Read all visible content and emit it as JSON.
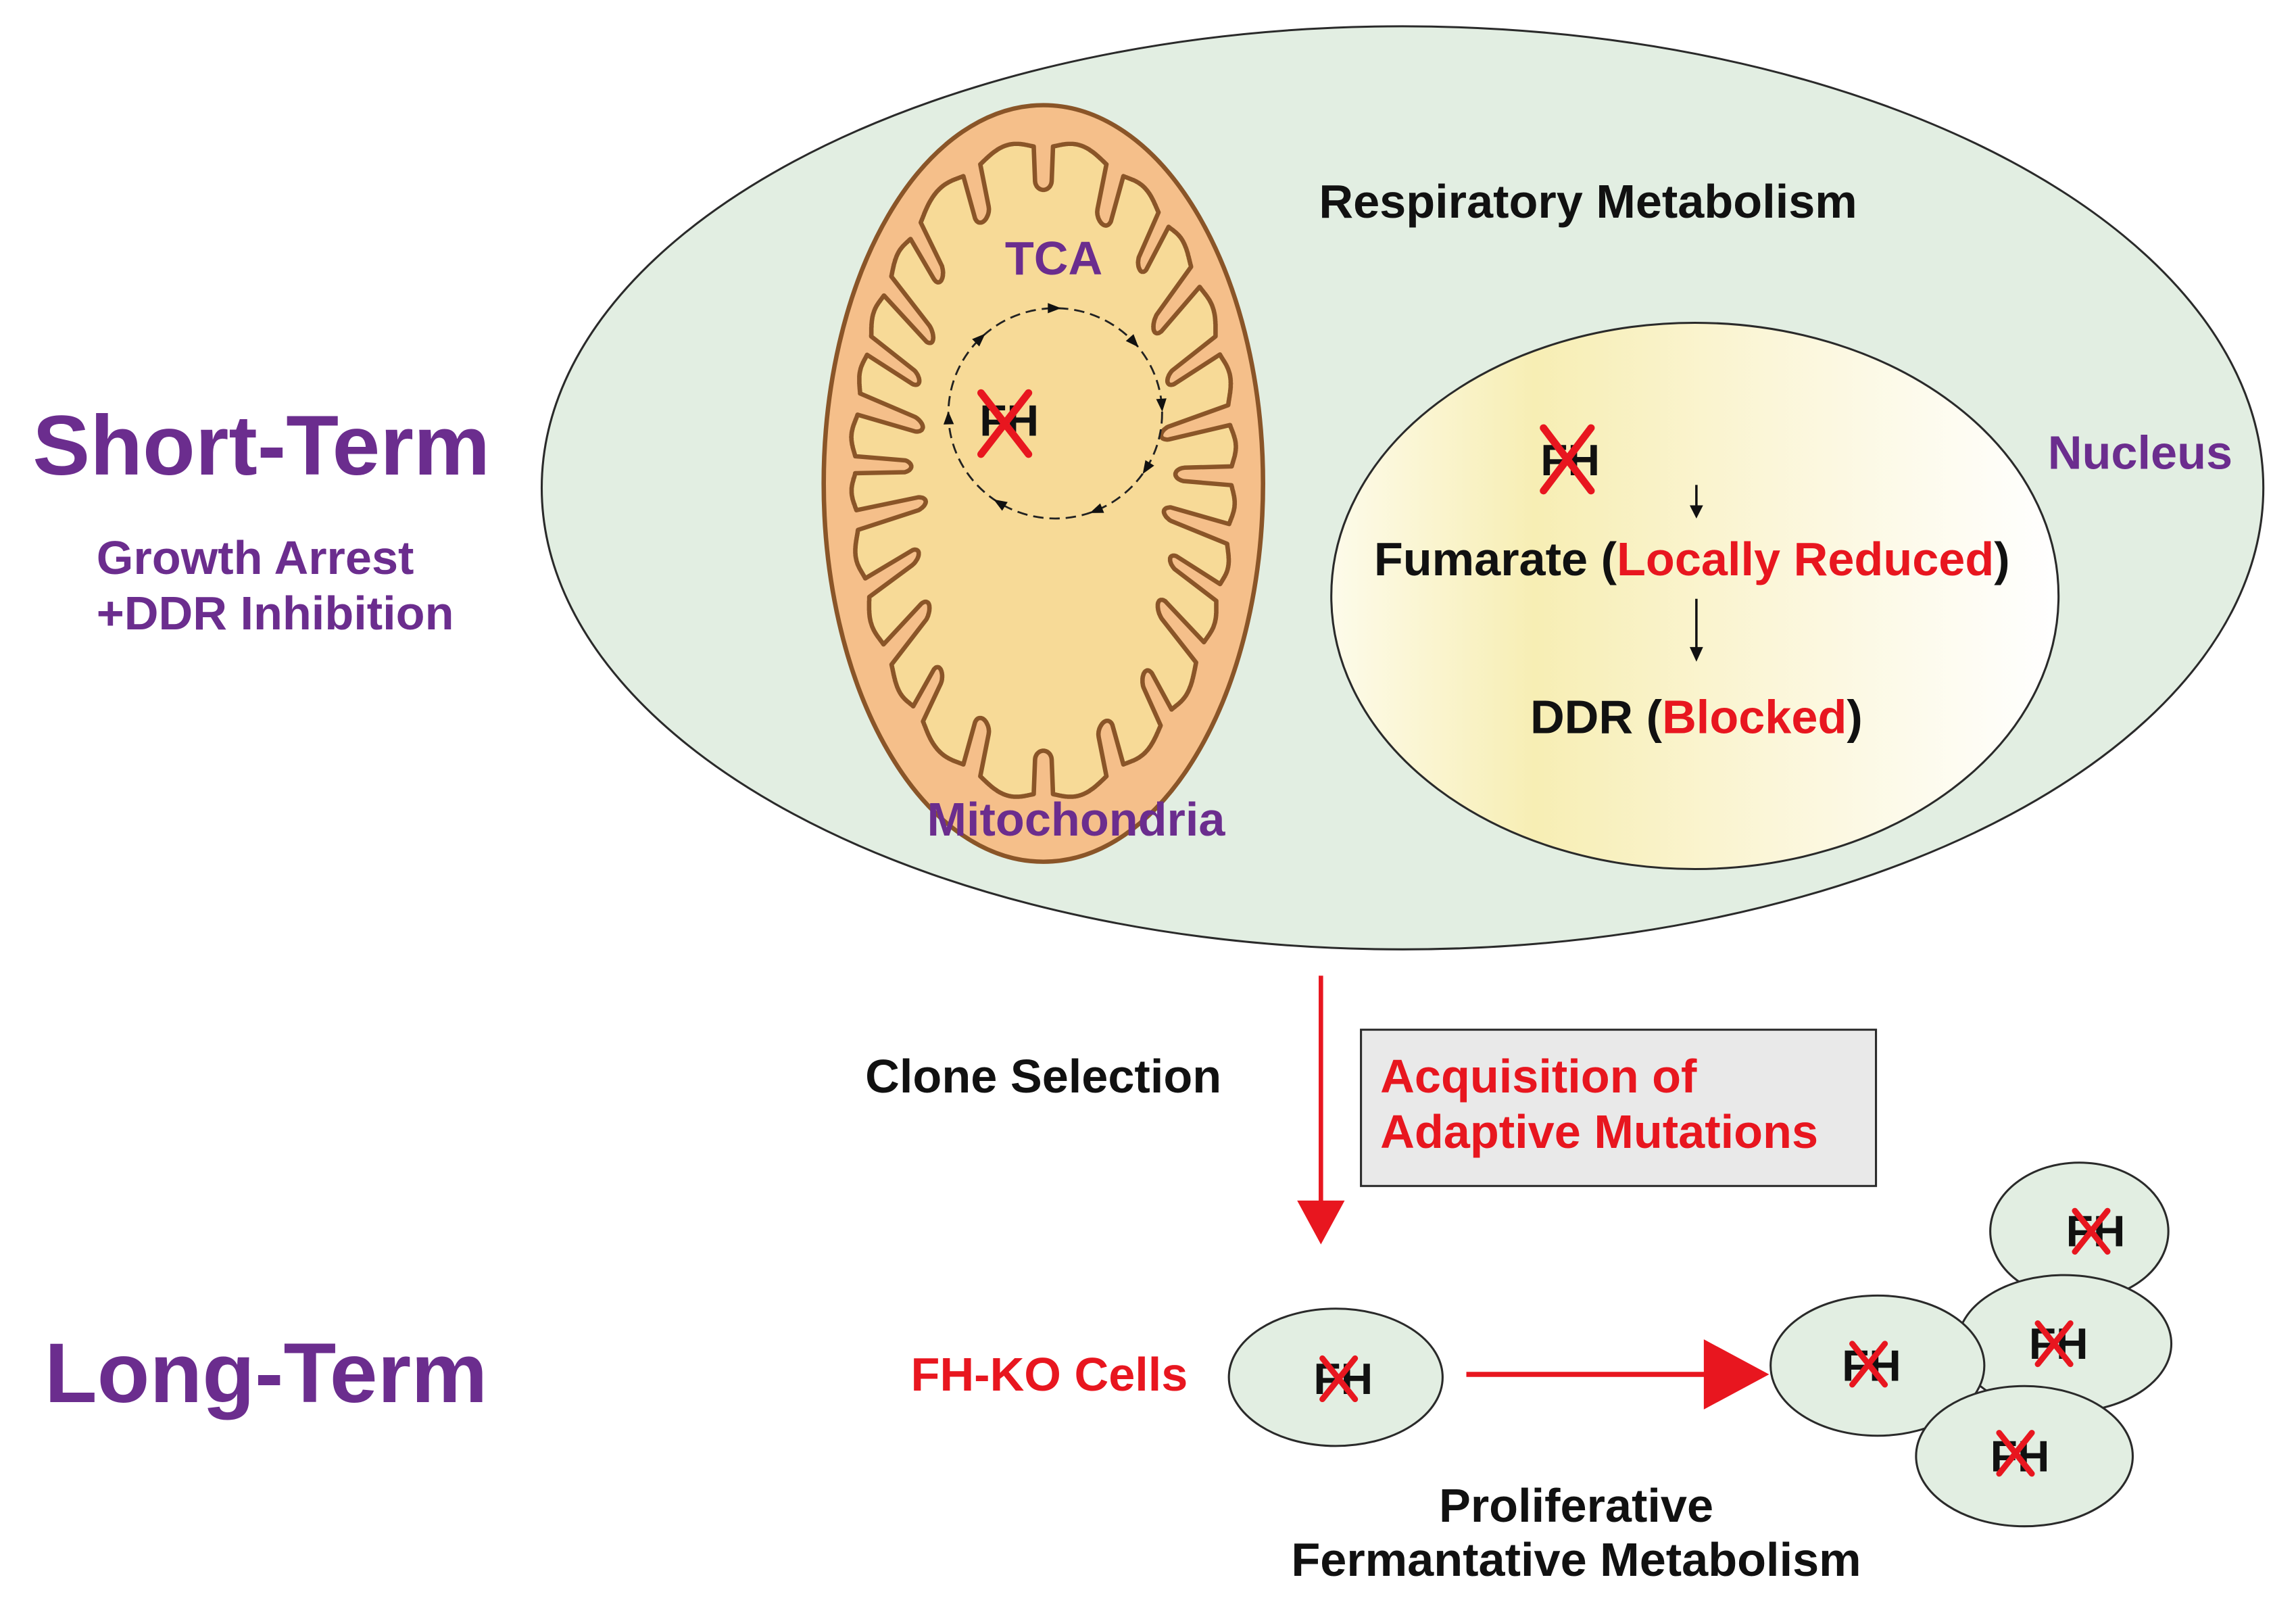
{
  "colors": {
    "purple_label": "#6b2d8e",
    "red_highlight": "#e8161f",
    "text": "#111111",
    "cell_fill": "#e2eee2",
    "mitochondria_outer": "#f5bf8a",
    "mitochondria_inner": "#f7da97",
    "mitochondria_membrane": "#8a5528",
    "box_fill": "#e9e9e9"
  },
  "short_term": {
    "title": "Short-Term",
    "subtitle_lines": [
      "Growth Arrest",
      "+DDR Inhibition"
    ],
    "cell": {
      "metabolism_label": "Respiratory Metabolism",
      "mitochondria": {
        "label": "Mitochondria",
        "cycle_label": "TCA",
        "gene": "FH"
      },
      "nucleus": {
        "label": "Nucleus",
        "gene": "FH",
        "fumarate": {
          "prefix": "Fumarate (",
          "highlight": "Locally Reduced",
          "suffix": ")"
        },
        "ddr": {
          "prefix": "DDR (",
          "highlight": "Blocked",
          "suffix": ")"
        }
      }
    }
  },
  "transition": {
    "left_label": "Clone Selection",
    "box_lines": [
      "Acquisition of",
      "Adaptive Mutations"
    ]
  },
  "long_term": {
    "title": "Long-Term",
    "ko_cells_label": "FH-KO Cells",
    "ko_cell_gene": "FH",
    "cluster_genes": [
      "FH",
      "FH",
      "FH",
      "FH"
    ],
    "outcome_lines": [
      "Proliferative",
      "Fermantative Metabolism"
    ]
  }
}
